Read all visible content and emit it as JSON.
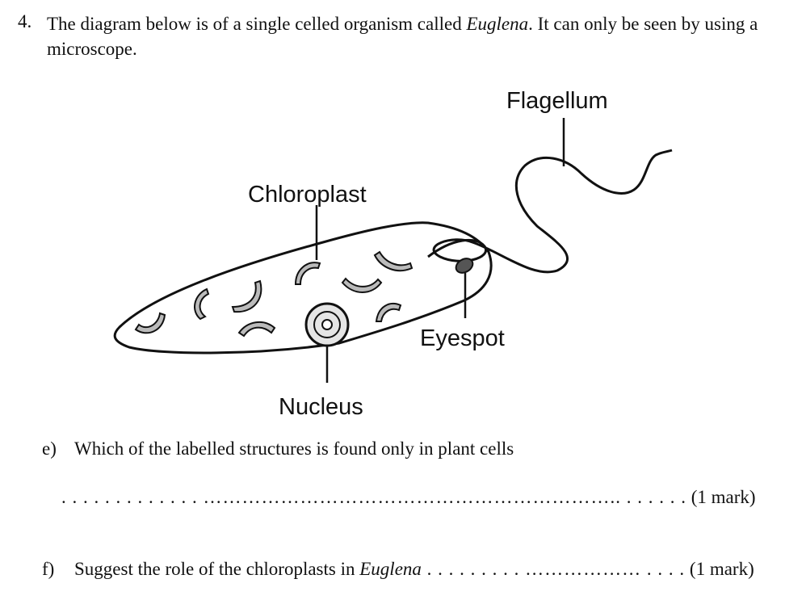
{
  "question": {
    "number": "4.",
    "intro_a": "The diagram below is of a single celled organism called ",
    "organism": "Euglena",
    "intro_b": ". It can only be seen by using a microscope."
  },
  "diagram": {
    "labels": {
      "flagellum": "Flagellum",
      "chloroplast": "Chloroplast",
      "eyespot": "Eyespot",
      "nucleus": "Nucleus"
    }
  },
  "parts": [
    {
      "letter": "e)",
      "text": "Which of the labelled structures is found only in plant cells",
      "answer_dots": ". . . . . . . . . . . . . ……………………………………………………….. . . . . .  .",
      "marks": "(1 mark)"
    },
    {
      "letter": "f)",
      "text_a": "Suggest the role of the chloroplasts in ",
      "organism": "Euglena",
      "answer_dots": " . . . . . . . . . ……………… . . . .",
      "marks": "(1 mark)"
    }
  ]
}
